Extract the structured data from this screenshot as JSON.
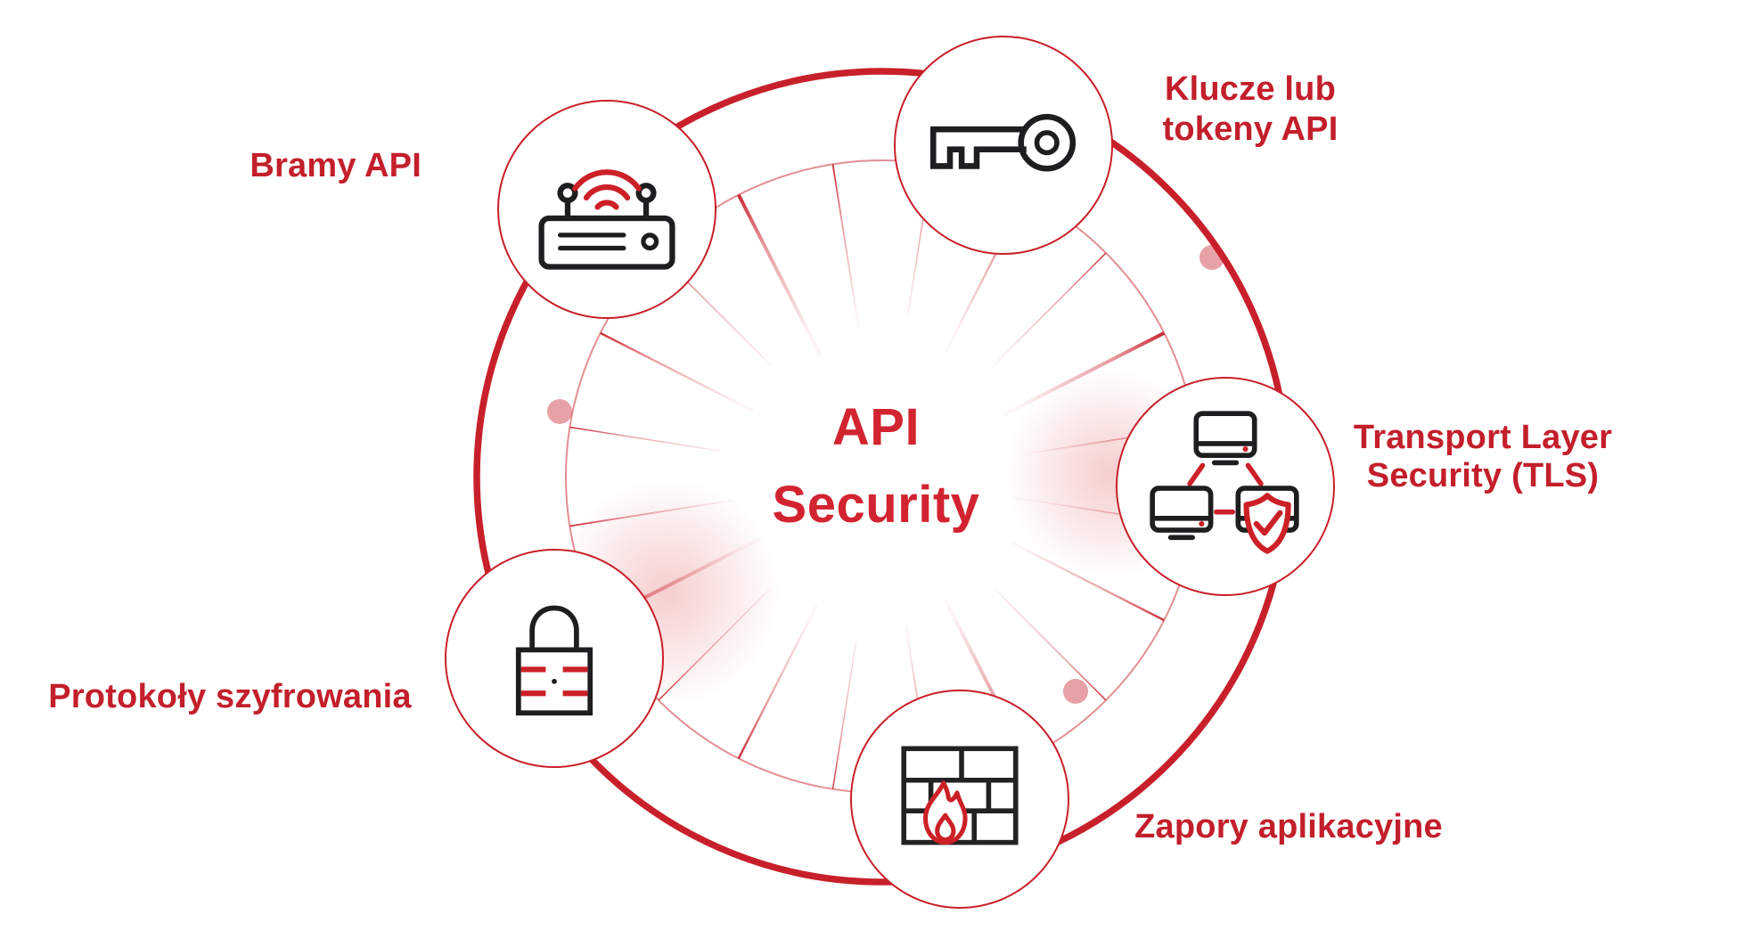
{
  "diagram": {
    "title": {
      "line1": "API",
      "line2": "Security"
    },
    "nodes": [
      {
        "id": "bramy-api",
        "label": "Bramy API",
        "icon": "router-icon"
      },
      {
        "id": "klucze-tokeny",
        "label": "Klucze lub tokeny API",
        "line1": "Klucze lub",
        "line2": "tokeny API",
        "icon": "key-icon"
      },
      {
        "id": "tls",
        "label": "Transport Layer Security (TLS)",
        "line1": "Transport Layer",
        "line2": "Security (TLS)",
        "icon": "devices-shield-icon"
      },
      {
        "id": "zapory",
        "label": "Zapory aplikacyjne",
        "icon": "firewall-icon"
      },
      {
        "id": "protokoly",
        "label": "Protokoły szyfrowania",
        "icon": "lock-icon"
      }
    ],
    "colors": {
      "label_red": "#c31f2b",
      "title_red": "#d22430",
      "ring_red": "#c8202a",
      "icon_red": "#cc2027",
      "icon_black": "#1e1e21",
      "accent_dot": "rgba(200,32,42,0.42)"
    }
  }
}
